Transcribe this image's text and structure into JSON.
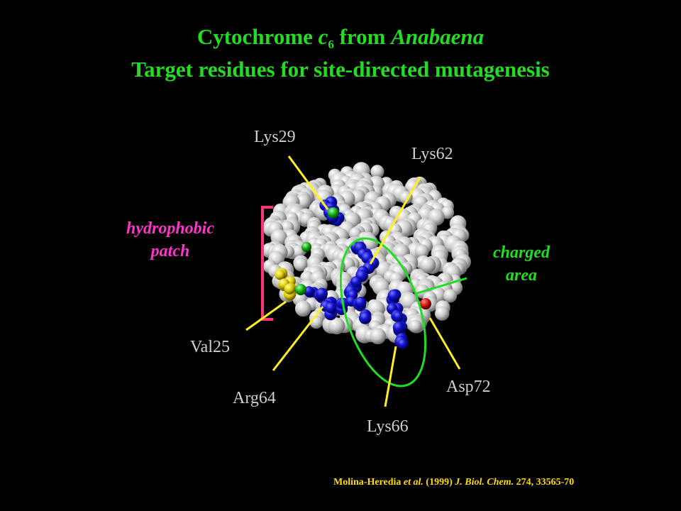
{
  "title": {
    "line1_prefix": "Cytochrome ",
    "line1_c": "c",
    "line1_sub": "6",
    "line1_from": " from ",
    "line1_organism": "Anabaena",
    "line2": "Target residues for site-directed  mutagenesis"
  },
  "labels": {
    "lys29": "Lys29",
    "lys62": "Lys62",
    "val25": "Val25",
    "arg64": "Arg64",
    "lys66": "Lys66",
    "asp72": "Asp72"
  },
  "annotations": {
    "hydrophobic_line1": "hydrophobic",
    "hydrophobic_line2": "patch",
    "charged_line1": "charged",
    "charged_line2": "area"
  },
  "citation": {
    "authors": "Molina-Heredia ",
    "etal": "et al.",
    "year": " (1999) ",
    "journal": "J. Biol. Chem.",
    "ref": "  274, 33565-70"
  },
  "colors": {
    "background": "#000000",
    "title": "#22dd22",
    "label": "#cfcfcf",
    "pointer_line": "#ffee22",
    "hydrophobic": "#ff33cc",
    "bracket": "#ff3377",
    "charged": "#22dd22",
    "lysine_atoms": "#1111cc",
    "valine_atoms": "#ddcc00",
    "aspartate_atoms": "#cc1111",
    "citation": "#ffdd00"
  }
}
